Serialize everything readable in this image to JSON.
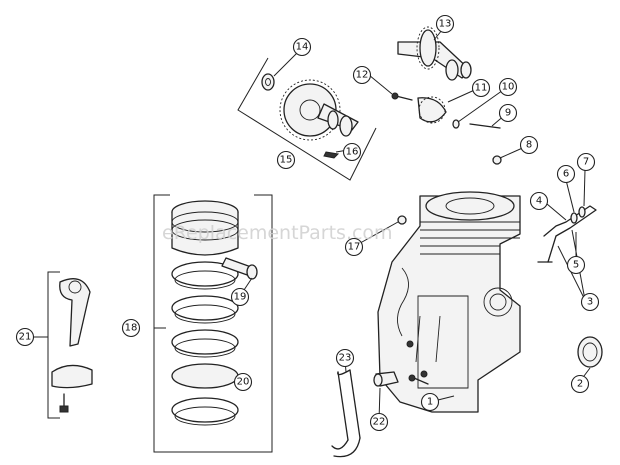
{
  "watermark": "eReplacementParts.com",
  "callouts": [
    {
      "id": "c1",
      "label": "1"
    },
    {
      "id": "c2",
      "label": "2"
    },
    {
      "id": "c3",
      "label": "3"
    },
    {
      "id": "c4",
      "label": "4"
    },
    {
      "id": "c5",
      "label": "5"
    },
    {
      "id": "c6",
      "label": "6"
    },
    {
      "id": "c7",
      "label": "7"
    },
    {
      "id": "c8",
      "label": "8"
    },
    {
      "id": "c9",
      "label": "9"
    },
    {
      "id": "c10",
      "label": "10"
    },
    {
      "id": "c11",
      "label": "11"
    },
    {
      "id": "c12",
      "label": "12"
    },
    {
      "id": "c13",
      "label": "13"
    },
    {
      "id": "c14",
      "label": "14"
    },
    {
      "id": "c15",
      "label": "15"
    },
    {
      "id": "c16",
      "label": "16"
    },
    {
      "id": "c17",
      "label": "17"
    },
    {
      "id": "c18",
      "label": "18"
    },
    {
      "id": "c19",
      "label": "19"
    },
    {
      "id": "c20",
      "label": "20"
    },
    {
      "id": "c21",
      "label": "21"
    },
    {
      "id": "c22",
      "label": "22"
    },
    {
      "id": "c23",
      "label": "23"
    }
  ]
}
